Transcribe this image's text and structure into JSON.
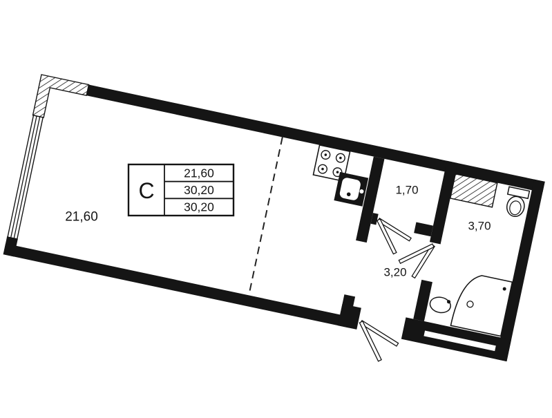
{
  "plan": {
    "type": "apartment-floor-plan",
    "rotation_deg": 12,
    "labels": {
      "main_room_area": "21,60",
      "hallway_area": "1,70",
      "bathroom_area": "3,70",
      "corridor_area": "3,20"
    },
    "stamp": {
      "type_letter": "С",
      "rows": [
        "21,60",
        "30,20",
        "30,20"
      ]
    },
    "colors": {
      "wall": "#151515",
      "background": "#ffffff"
    },
    "icons": [
      "stove-icon",
      "kitchen-sink-icon",
      "toilet-icon",
      "corner-bath-icon",
      "washbasin-icon",
      "vent-shaft-hatch",
      "window-glazing",
      "door-leaf"
    ]
  }
}
